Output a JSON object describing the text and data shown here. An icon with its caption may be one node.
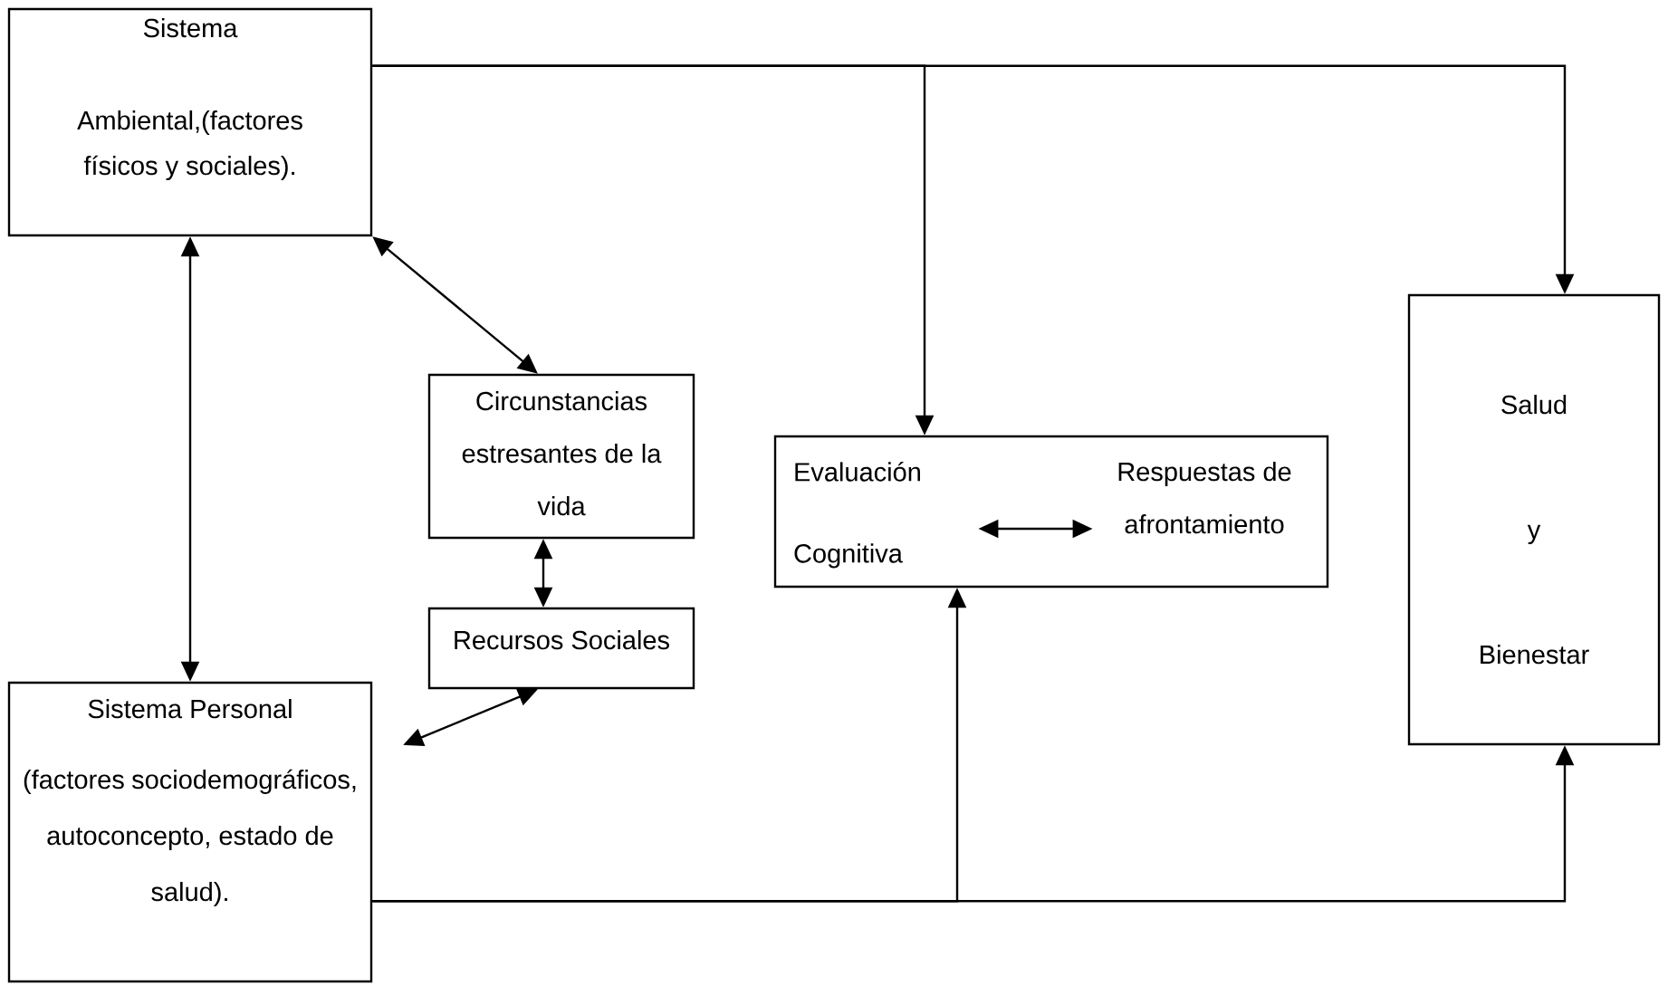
{
  "diagram": {
    "nodes": [
      {
        "text": [
          "Sistema",
          "Ambiental,(factores físicos y sociales)."
        ]
      },
      {
        "text": [
          "Circunstancias estresantes de la vida"
        ]
      },
      {
        "text": [
          "Recursos Sociales"
        ]
      },
      {
        "text": [
          "Sistema Personal",
          "(factores sociodemográficos, autoconcepto, estado de salud)."
        ]
      },
      {
        "text": [],
        "shape": "box"
      },
      {
        "text": [
          "Evaluación Cognitiva"
        ],
        "in": 4
      },
      {
        "text": [
          "Respuestas de afrontamiento"
        ],
        "in": 4
      },
      {
        "text": [
          "Salud y Bienestar"
        ]
      }
    ],
    "edges": [
      {
        "from": 0,
        "to": 1,
        "arrow": "both"
      },
      {
        "from": 0,
        "to": 3,
        "arrow": "both"
      },
      {
        "from": 1,
        "to": 2,
        "arrow": "both"
      },
      {
        "from": 2,
        "to": 3,
        "arrow": "both"
      },
      {
        "from": 0,
        "to": 4,
        "arrow": "to"
      },
      {
        "from": 0,
        "to": 7,
        "arrow": "to"
      },
      {
        "from": 3,
        "to": 4,
        "arrow": "to"
      },
      {
        "from": 3,
        "to": 7,
        "arrow": "to"
      },
      {
        "from": 5,
        "to": 6,
        "arrow": "both"
      }
    ]
  }
}
